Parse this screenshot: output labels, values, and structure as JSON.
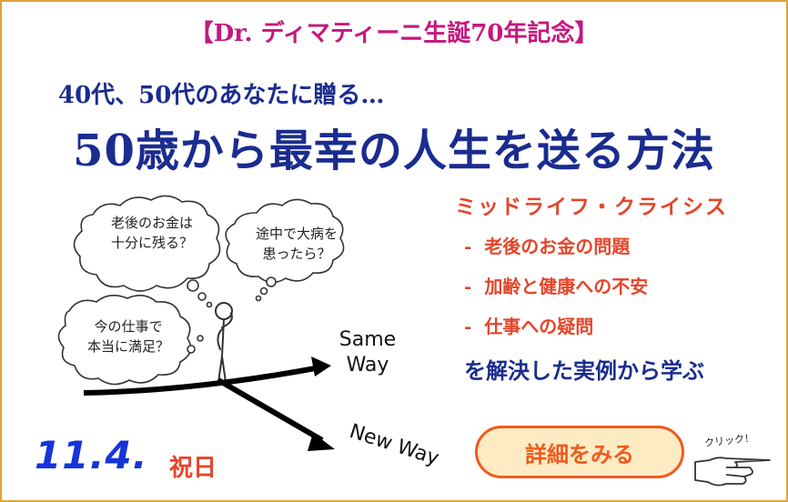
{
  "banner": {
    "anniversary": "【Dr. ディマティーニ生誕70年記念】",
    "subtitle": "40代、50代のあなたに贈る…",
    "title": "50歳から最幸の人生を送る方法",
    "crisis_heading": "ミッドライフ・クライシス",
    "issues": [
      "老後のお金の問題",
      "加齢と健康への不安",
      "仕事への疑問"
    ],
    "issue_dash": "-",
    "learn_text": "を解決した実例から学ぶ",
    "date_number": "11.4.",
    "date_day": "祝日",
    "cta_label": "詳細をみる",
    "click_label": "クリック！"
  },
  "illustration": {
    "cloud1": [
      "老後のお金は",
      "十分に残る？"
    ],
    "cloud2": [
      "途中で大病を",
      "患ったら？"
    ],
    "cloud3": [
      "今の仕事で",
      "本当に満足？"
    ],
    "same_way": [
      "Same",
      "Way"
    ],
    "new_way": "New Way"
  },
  "colors": {
    "border": "#e3a33a",
    "magenta": "#c5177e",
    "navy": "#1a2c8f",
    "red": "#e4452a",
    "blue": "#1535d8",
    "cta_border": "#ef5a1f",
    "cta_fill": "#fdebc3"
  },
  "icons": [
    "pointing-hand-icon",
    "thought-cloud",
    "stick-figure"
  ]
}
